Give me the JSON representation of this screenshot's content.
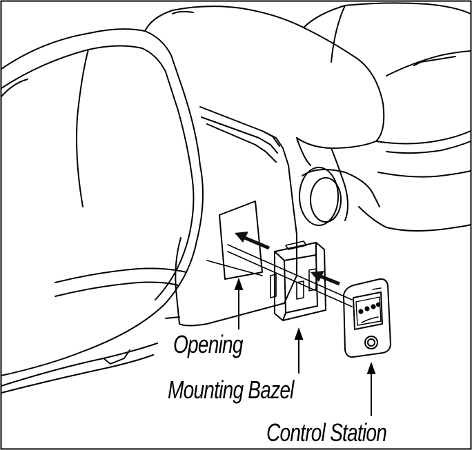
{
  "figure": {
    "labels": {
      "opening": "Opening",
      "mounting_bezel": "Mounting Bazel",
      "control_station": "Control Station"
    },
    "colors": {
      "line": "#000000",
      "background": "#ffffff",
      "arrow": "#111111"
    },
    "icons": [
      "insert-arrow-icon",
      "callout-arrow-icon"
    ]
  }
}
